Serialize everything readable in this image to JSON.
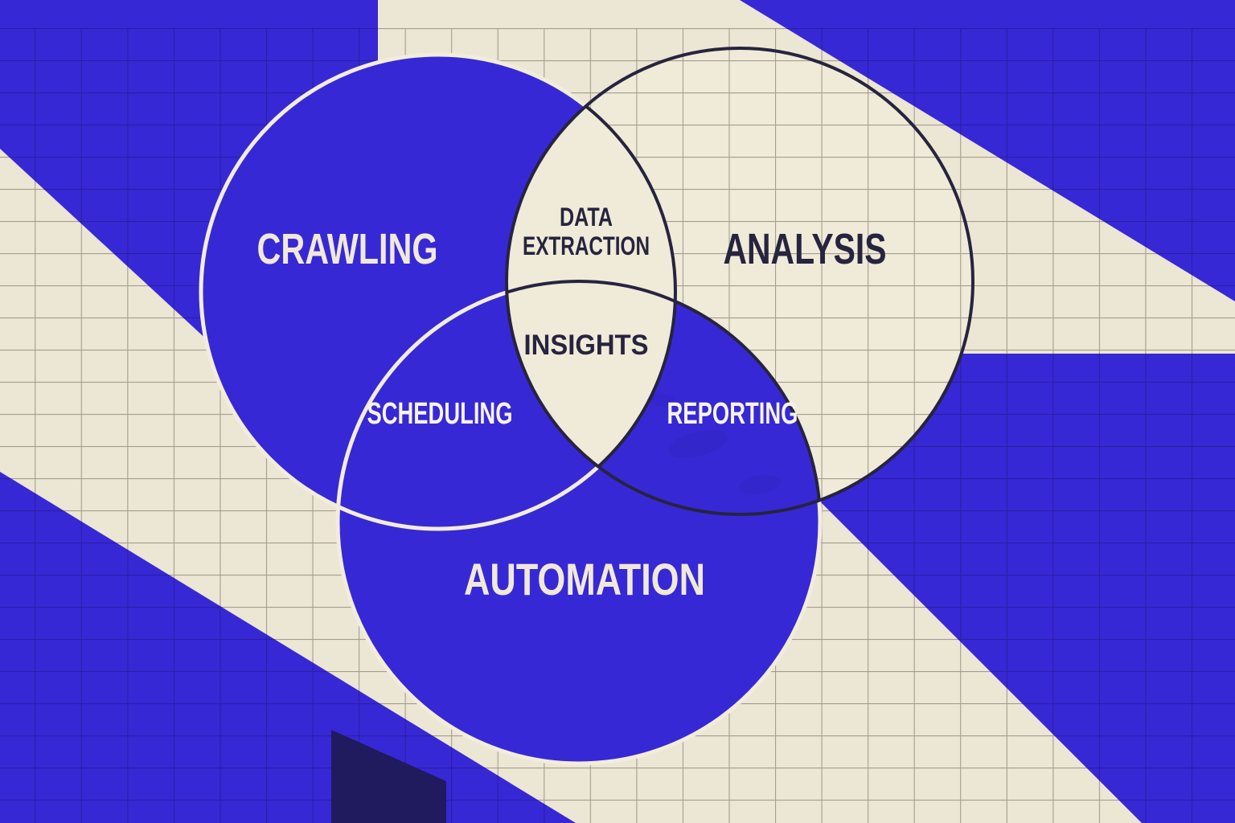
{
  "diagram": {
    "type": "venn-3-circle-illustration",
    "title": "Crawling / Analysis / Automation Venn diagram",
    "circles": [
      {
        "id": "crawling",
        "label": "CRAWLING",
        "fill": "blue"
      },
      {
        "id": "analysis",
        "label": "ANALYSIS",
        "fill": "cream"
      },
      {
        "id": "automation",
        "label": "AUTOMATION",
        "fill": "blue"
      }
    ],
    "overlaps": [
      {
        "between": [
          "crawling",
          "analysis"
        ],
        "label_line1": "DATA",
        "label_line2": "EXTRACTION"
      },
      {
        "between": [
          "crawling",
          "automation"
        ],
        "label": "SCHEDULING"
      },
      {
        "between": [
          "analysis",
          "automation"
        ],
        "label": "REPORTING"
      },
      {
        "between": [
          "crawling",
          "analysis",
          "automation"
        ],
        "label": "INSIGHTS"
      }
    ]
  },
  "labels": {
    "crawling": "CRAWLING",
    "analysis": "ANALYSIS",
    "automation": "AUTOMATION",
    "data_extraction_line1": "DATA",
    "data_extraction_line2": "EXTRACTION",
    "insights": "INSIGHTS",
    "scheduling": "SCHEDULING",
    "reporting": "REPORTING"
  },
  "colors": {
    "blue": "#3728d5",
    "cream_background": "#ece6d4",
    "circle_cream": "#f0ead9",
    "navy": "#26243e",
    "outline_white": "#f2ecdb",
    "cream_text": "#f0e9d8",
    "white_text": "#f6f3ec",
    "grid_on_cream": "#a59d8e",
    "grid_on_blue": "#2a1ea5",
    "dark_rectangle": "#201a5e",
    "blotch": "#2e22b8"
  }
}
